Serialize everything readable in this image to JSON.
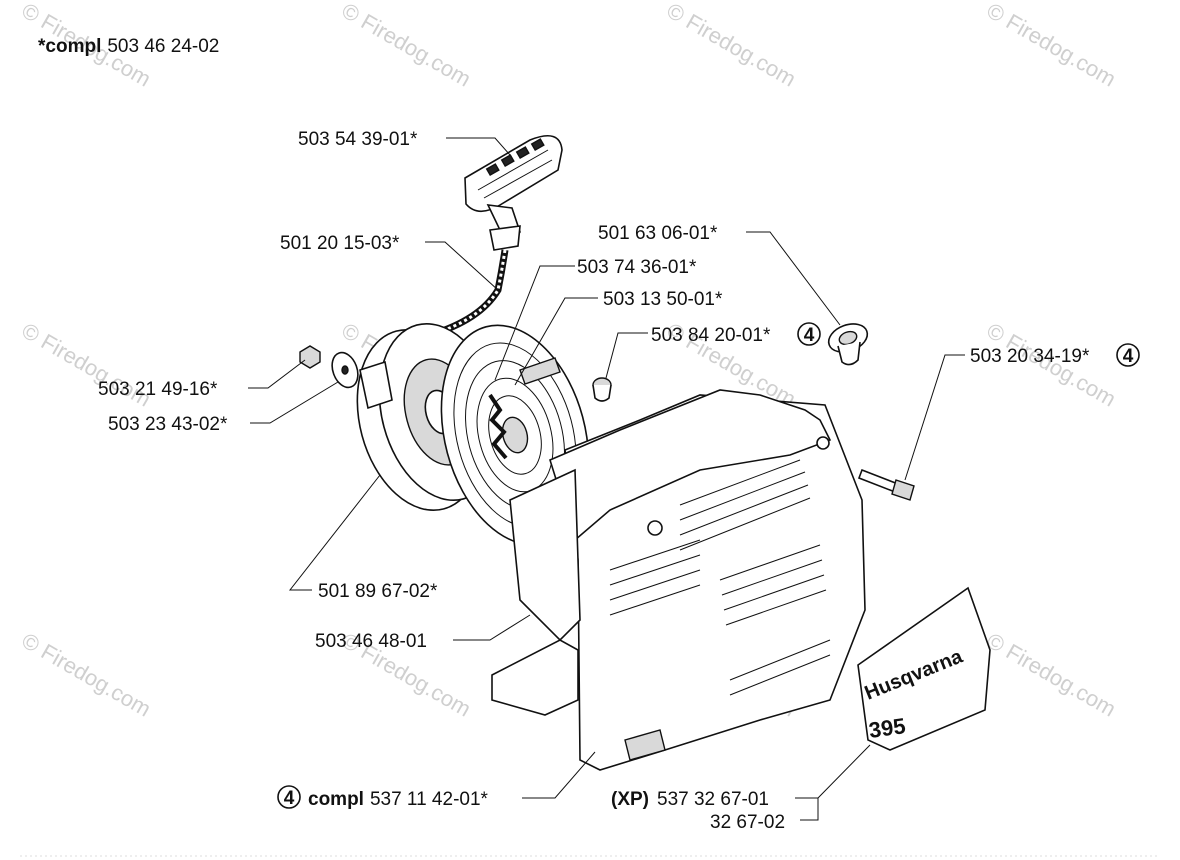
{
  "header": {
    "prefix": "*compl",
    "number": "503 46 24-02"
  },
  "labels": {
    "handle": "503 54 39-01*",
    "cord": "501 20 15-03*",
    "spring": "503 74 36-01*",
    "pawl": "503 13 50-01*",
    "bushing": {
      "text": "503 84 20-01*",
      "marker": "4"
    },
    "grommet": "501 63 06-01*",
    "screw": {
      "text": "503 20 34-19*",
      "marker": "4"
    },
    "nut": "503 21 49-16*",
    "washer": "503 23 43-02*",
    "pulley": "501 89 67-02*",
    "housing": "503 46 48-01",
    "compl_bottom": {
      "marker": "4",
      "prefix": "compl",
      "number": "537 11 42-01*"
    },
    "xp": {
      "prefix": "(XP)",
      "number": "537 32 67-01"
    },
    "decal_alt": "32 67-02"
  },
  "decal": {
    "brand": "Husqvarna",
    "model": "395"
  },
  "watermark": "© Firedog.com"
}
